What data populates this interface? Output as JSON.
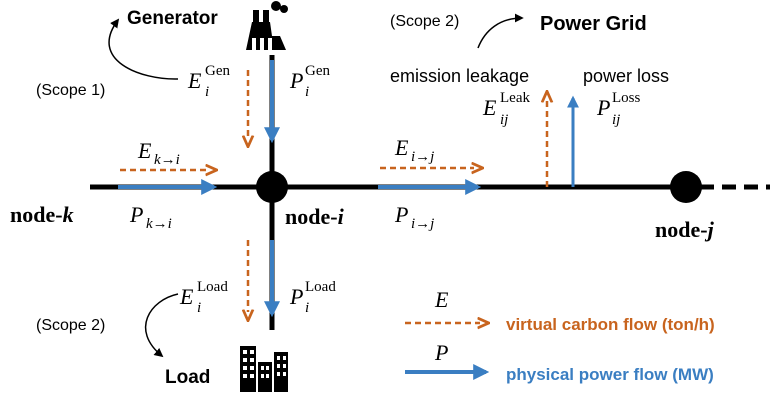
{
  "labels": {
    "generator": "Generator",
    "power_grid": "Power Grid",
    "load": "Load",
    "scope1": "(Scope 1)",
    "scope2_top": "(Scope 2)",
    "scope2_bottom": "(Scope 2)",
    "emission_leakage": "emission leakage",
    "power_loss": "power loss"
  },
  "nodes": {
    "k": {
      "prefix": "node-",
      "id": "k"
    },
    "i": {
      "prefix": "node-",
      "id": "i"
    },
    "j": {
      "prefix": "node-",
      "id": "j"
    }
  },
  "symbols": {
    "E_gen": {
      "base": "E",
      "sup": "Gen",
      "sub": "i"
    },
    "P_gen": {
      "base": "P",
      "sup": "Gen",
      "sub": "i"
    },
    "E_ki": {
      "base": "E",
      "sub": "k→i"
    },
    "P_ki": {
      "base": "P",
      "sub": "k→i"
    },
    "E_ij": {
      "base": "E",
      "sub": "i→j"
    },
    "P_ij": {
      "base": "P",
      "sub": "i→j"
    },
    "E_leak": {
      "base": "E",
      "sup": "Leak",
      "sub": "ij"
    },
    "P_loss": {
      "base": "P",
      "sup": "Loss",
      "sub": "ij"
    },
    "E_load": {
      "base": "E",
      "sup": "Load",
      "sub": "i"
    },
    "P_load": {
      "base": "P",
      "sup": "Load",
      "sub": "i"
    }
  },
  "legend": {
    "carbon_symbol": "E",
    "carbon_label": "virtual carbon flow (ton/h)",
    "power_symbol": "P",
    "power_label": "physical power flow (MW)"
  },
  "colors": {
    "carbon": "#C8641E",
    "power": "#3A7EC2",
    "line": "#000000"
  },
  "icons": [
    "factory-icon",
    "buildings-icon"
  ]
}
